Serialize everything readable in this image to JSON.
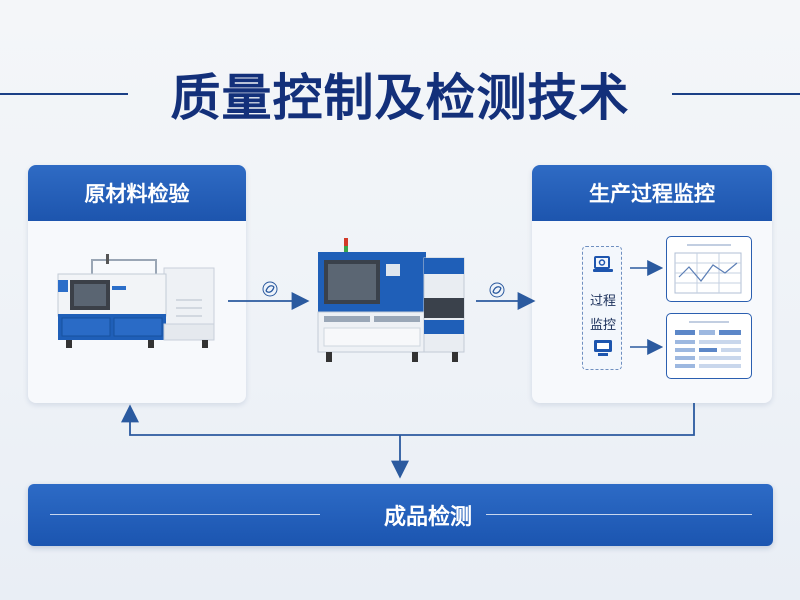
{
  "title": "质量控制及检测技术",
  "panels": {
    "raw_material": {
      "label": "原材料检验"
    },
    "process": {
      "label": "生产过程监控",
      "monitor_text_line1": "过程",
      "monitor_text_line2": "监控"
    }
  },
  "final": {
    "label": "成品检测"
  },
  "icons": [
    "laptop-icon",
    "monitor-screen-icon",
    "chart-document-icon",
    "form-document-icon",
    "flow-swap-icon"
  ],
  "colors": {
    "primary_blue": "#1d55ae",
    "title_navy": "#13307a",
    "connector": "#2b5a9f"
  }
}
